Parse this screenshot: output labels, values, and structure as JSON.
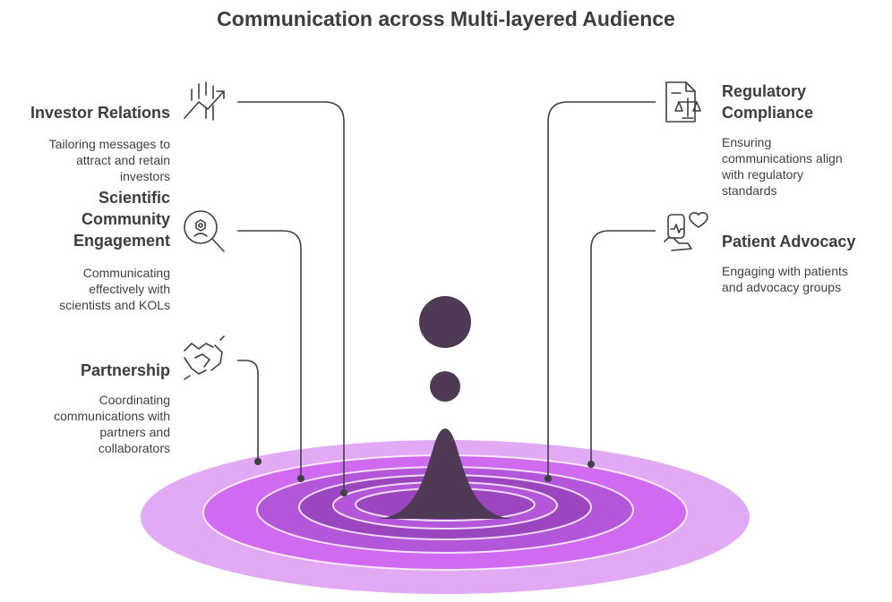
{
  "title": "Communication across Multi-layered Audience",
  "colors": {
    "ring_outer": "#e2a9f4",
    "ring_2": "#cf6af1",
    "ring_3": "#b356d9",
    "ring_4": "#9b46bf",
    "ring_5": "#6f3b8f",
    "drop": "#4e3a55",
    "line": "#3f3f46"
  },
  "items": [
    {
      "key": "investor",
      "title": "Investor Relations",
      "description": "Tailoring messages to\nattract and retain\ninvestors",
      "icon": "growth-chart-icon"
    },
    {
      "key": "scientific",
      "title": "Scientific\nCommunity\nEngagement",
      "description": "Communicating\neffectively with\nscientists and KOLs",
      "icon": "magnifier-lab-icon"
    },
    {
      "key": "partnership",
      "title": "Partnership",
      "description": "Coordinating\ncommunications with\npartners and\ncollaborators",
      "icon": "handshake-icon"
    },
    {
      "key": "regulatory",
      "title": "Regulatory\nCompliance",
      "description": "Ensuring\ncommunications align\nwith regulatory\nstandards",
      "icon": "document-scale-icon"
    },
    {
      "key": "patient",
      "title": "Patient Advocacy",
      "description": "Engaging with patients\nand advocacy groups",
      "icon": "hand-heart-icon"
    }
  ]
}
